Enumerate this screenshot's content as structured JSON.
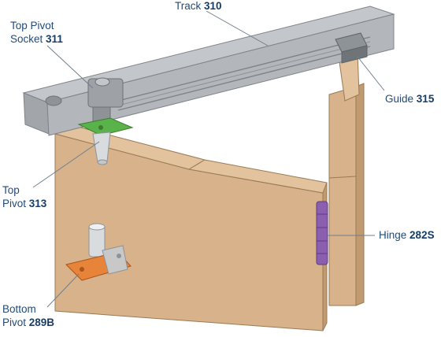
{
  "labels": {
    "track": {
      "name": "Track",
      "code": "310"
    },
    "top_socket": {
      "name_line1": "Top Pivot",
      "name_line2": "Socket",
      "code": "311"
    },
    "guide": {
      "name": "Guide",
      "code": "315"
    },
    "top_pivot": {
      "name_line1": "Top",
      "name_line2": "Pivot",
      "code": "313"
    },
    "hinge": {
      "name": "Hinge",
      "code": "282S"
    },
    "bottom_pivot": {
      "name_line1": "Bottom",
      "name_line2": "Pivot",
      "code": "289B"
    }
  },
  "colors": {
    "track": "#a9adb2",
    "door": "#d7b28a",
    "pivot_plate_top": "#5ab34a",
    "pivot_plate_bottom": "#e7843a",
    "hinge": "#8b5fb0",
    "label_text": "#1f4a7a"
  }
}
